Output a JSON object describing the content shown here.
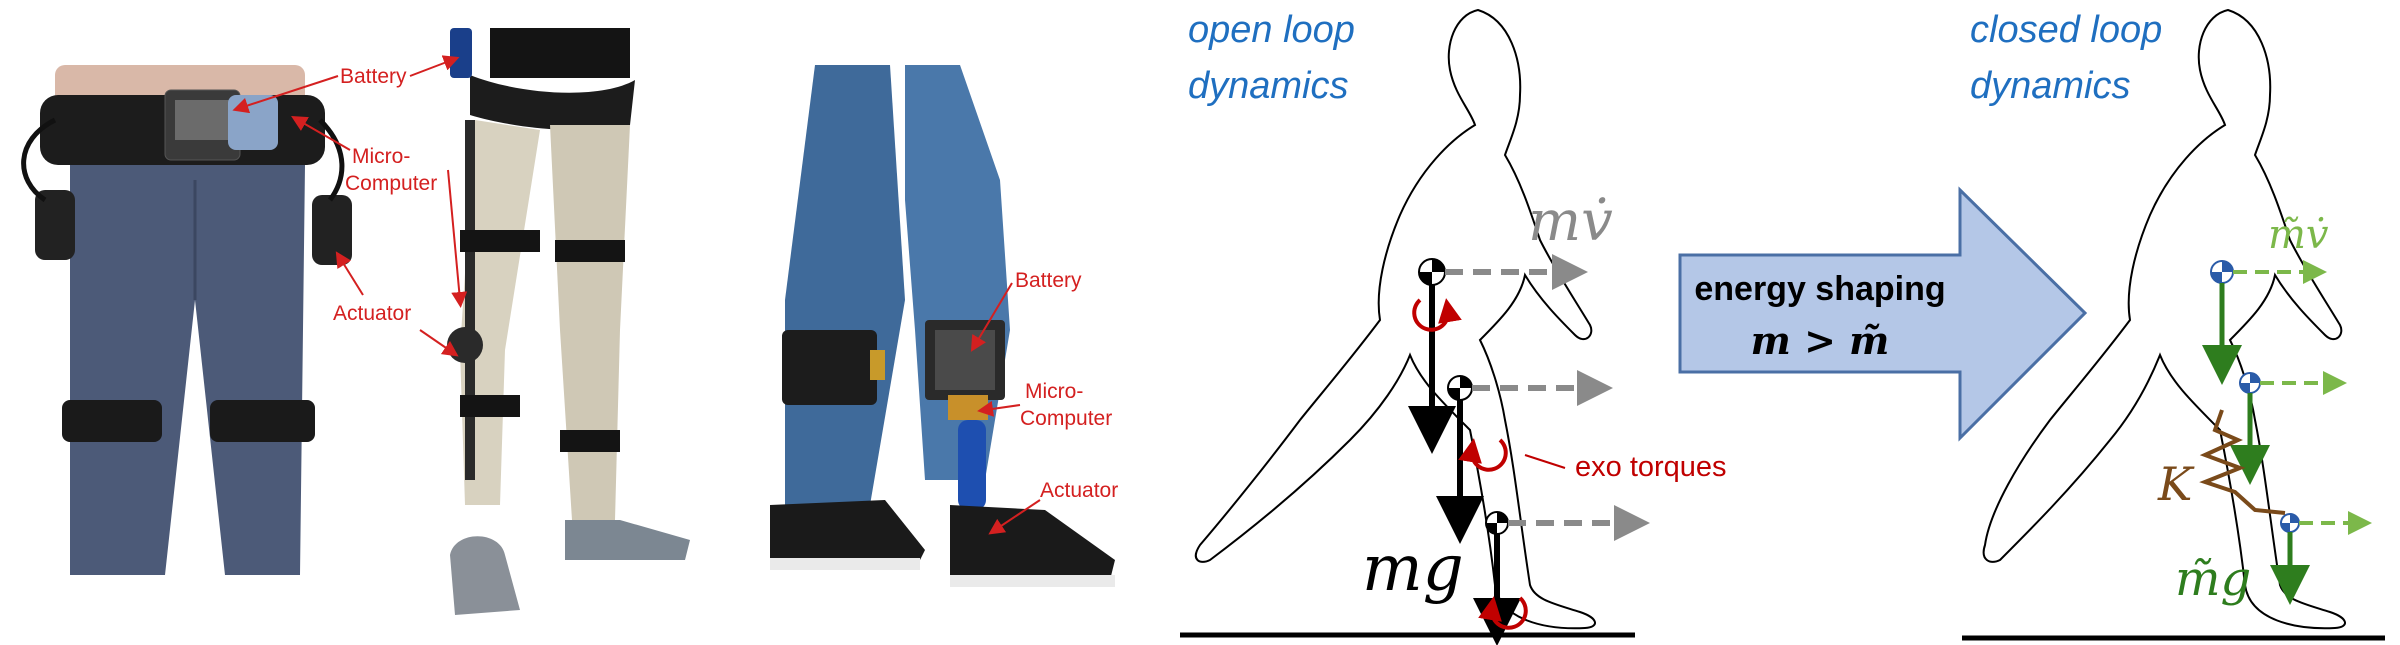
{
  "panels": {
    "photo_front": {
      "labels": {
        "battery": "Battery",
        "micro": [
          "Micro-",
          "Computer"
        ],
        "actuator": "Actuator"
      }
    },
    "photo_ankle": {
      "labels": {
        "battery": "Battery",
        "micro": [
          "Micro-",
          "Computer"
        ],
        "actuator": "Actuator"
      }
    },
    "open_loop": {
      "title": [
        "open loop",
        "dynamics"
      ],
      "momentum": "mv̇",
      "gravity": "mg",
      "torque_label": "exo torques"
    },
    "arrow": {
      "line1": "energy shaping",
      "line2": "m > m̃"
    },
    "closed_loop": {
      "title": [
        "closed loop",
        "dynamics"
      ],
      "momentum": "m̃v̇",
      "gravity": "m̃g",
      "stiffness": "K"
    }
  },
  "colors": {
    "label_red": "#d42020",
    "title_blue": "#1f6fc0",
    "arrow_fill": "#b4c7e7",
    "arrow_stroke": "#4a6fa5",
    "green": "#2e7d1e",
    "green_light": "#7cb84a",
    "torque_red": "#c00000",
    "spring_brown": "#7a4a1a",
    "gray_arrow": "#8a8a8a"
  }
}
